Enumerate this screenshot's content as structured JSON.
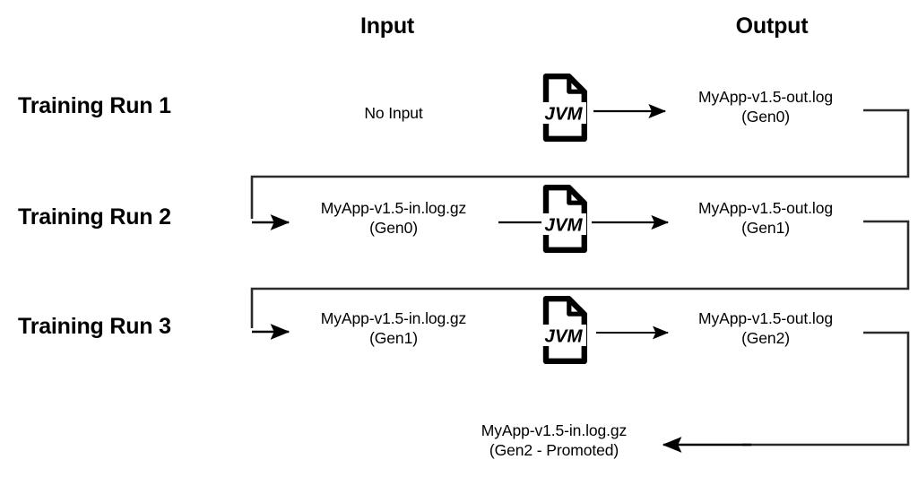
{
  "diagram": {
    "title_columns": {
      "input": "Input",
      "output": "Output"
    },
    "colors": {
      "stroke": "#1a1a1a",
      "text": "#000000",
      "background": "#ffffff"
    },
    "icon_label": "JVM",
    "icon_name": "jvm-file-icon",
    "rows": [
      {
        "label": "Training Run 1",
        "input": {
          "line1": "No Input",
          "line2": ""
        },
        "output": {
          "line1": "MyApp-v1.5-out.log",
          "line2": "(Gen0)"
        }
      },
      {
        "label": "Training Run 2",
        "input": {
          "line1": "MyApp-v1.5-in.log.gz",
          "line2": "(Gen0)"
        },
        "output": {
          "line1": "MyApp-v1.5-out.log",
          "line2": "(Gen1)"
        }
      },
      {
        "label": "Training Run 3",
        "input": {
          "line1": "MyApp-v1.5-in.log.gz",
          "line2": "(Gen1)"
        },
        "output": {
          "line1": "MyApp-v1.5-out.log",
          "line2": "(Gen2)"
        }
      }
    ],
    "promoted": {
      "line1": "MyApp-v1.5-in.log.gz",
      "line2": "(Gen2 - Promoted)"
    }
  }
}
